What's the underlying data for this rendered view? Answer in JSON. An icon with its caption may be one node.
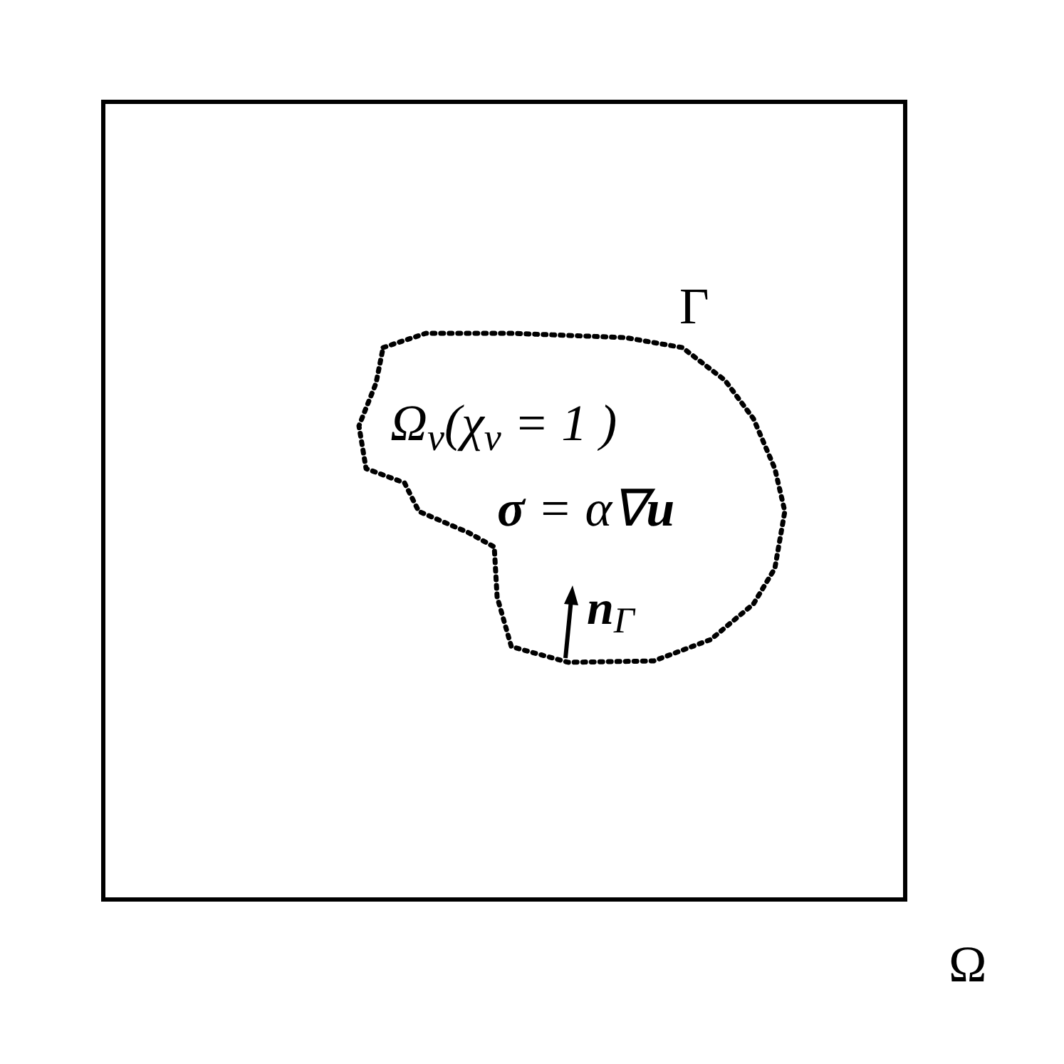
{
  "diagram": {
    "nodes": [
      {
        "text": [],
        "shape": "box",
        "beside": [
          "Ω"
        ]
      },
      {
        "text": [
          "Ω$_{v}$(χ$_{v}$ = 1 )",
          "**σ** = α∇**u**"
        ],
        "in": 0,
        "beside": [
          "Γ"
        ]
      }
    ],
    "labels": [
      "**n**$_{Γ}$"
    ]
  }
}
